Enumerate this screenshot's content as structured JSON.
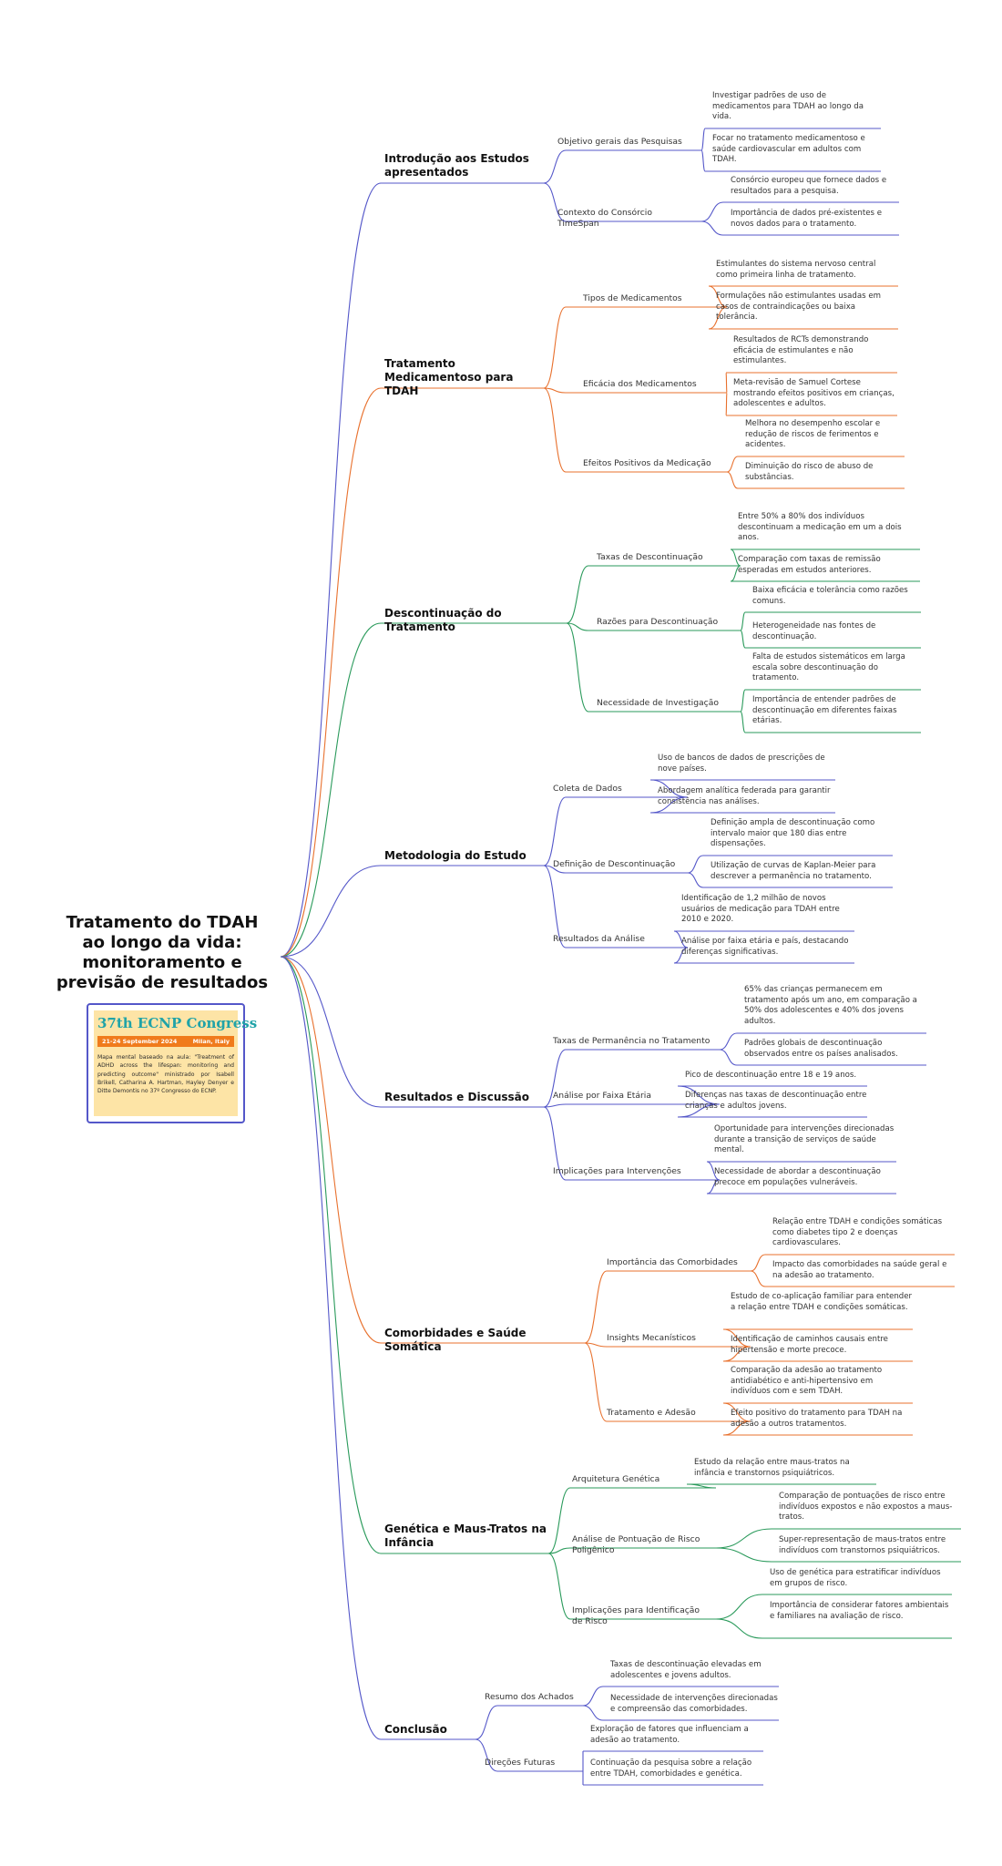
{
  "root": {
    "title": "Tratamento do TDAH ao longo da vida: monitoramento e previsão de resultados"
  },
  "badge": {
    "title": "37th ECNP Congress",
    "dates": "21-24 September 2024",
    "city": "Milan, Italy",
    "text": "Mapa mental baseado na aula: \"Treatment of ADHD across the lifespan: monitoring and predicting outcome\" ministrado por Isabell Brikell, Catharina A. Hartman, Hayley Denyer e Ditte Demontis no 37º Congresso do ECNP."
  },
  "colors": {
    "purple": "#5457c9",
    "orange": "#e8712e",
    "green": "#2a9a5b"
  },
  "branches": [
    {
      "label": "Introdução aos Estudos apresentados",
      "color": "#5457c9",
      "subs": [
        {
          "label": "Objetivo gerais das Pesquisas",
          "leaves": [
            "Investigar padrões de uso de medicamentos para TDAH ao longo da vida.",
            "Focar no tratamento medicamentoso e saúde cardiovascular em adultos com TDAH."
          ]
        },
        {
          "label": "Contexto do Consórcio TimeSpan",
          "leaves": [
            "Consórcio europeu que fornece dados e resultados para a pesquisa.",
            "Importância de dados pré-existentes e novos dados para o tratamento."
          ]
        }
      ]
    },
    {
      "label": "Tratamento Medicamentoso para TDAH",
      "color": "#e8712e",
      "subs": [
        {
          "label": "Tipos de Medicamentos",
          "leaves": [
            "Estimulantes do sistema nervoso central como primeira linha de tratamento.",
            "Formulações não estimulantes usadas em casos de contraindicações ou baixa tolerância."
          ]
        },
        {
          "label": "Eficácia dos Medicamentos",
          "leaves": [
            "Resultados de RCTs demonstrando eficácia de estimulantes e não estimulantes.",
            "Meta-revisão de Samuel Cortese mostrando efeitos positivos em crianças, adolescentes e adultos."
          ]
        },
        {
          "label": "Efeitos Positivos da Medicação",
          "leaves": [
            "Melhora no desempenho escolar e redução de riscos de ferimentos e acidentes.",
            "Diminuição do risco de abuso de substâncias."
          ]
        }
      ]
    },
    {
      "label": "Descontinuação do Tratamento",
      "color": "#2a9a5b",
      "subs": [
        {
          "label": "Taxas de Descontinuação",
          "leaves": [
            "Entre 50% a 80% dos indivíduos descontinuam a medicação em um a dois anos.",
            "Comparação com taxas de remissão esperadas em estudos anteriores."
          ]
        },
        {
          "label": "Razões para Descontinuação",
          "leaves": [
            "Baixa eficácia e tolerância como razões comuns.",
            "Heterogeneidade nas fontes de descontinuação."
          ]
        },
        {
          "label": "Necessidade de Investigação",
          "leaves": [
            "Falta de estudos sistemáticos em larga escala sobre descontinuação do tratamento.",
            "Importância de entender padrões de descontinuação em diferentes faixas etárias."
          ]
        }
      ]
    },
    {
      "label": "Metodologia do Estudo",
      "color": "#5457c9",
      "subs": [
        {
          "label": "Coleta de Dados",
          "leaves": [
            "Uso de bancos de dados de prescrições de nove países.",
            "Abordagem analítica federada para garantir consistência nas análises."
          ]
        },
        {
          "label": "Definição de Descontinuação",
          "leaves": [
            "Definição ampla de descontinuação como intervalo maior que 180 dias entre dispensações.",
            "Utilização de curvas de Kaplan-Meier para descrever a permanência no tratamento."
          ]
        },
        {
          "label": "Resultados da Análise",
          "leaves": [
            "Identificação de 1,2 milhão de novos usuários de medicação para TDAH entre 2010 e 2020.",
            "Análise por faixa etária e país, destacando diferenças significativas."
          ]
        }
      ]
    },
    {
      "label": "Resultados e Discussão",
      "color": "#5457c9",
      "subs": [
        {
          "label": "Taxas de Permanência no Tratamento",
          "leaves": [
            "65% das crianças permanecem em tratamento após um ano, em comparação a 50% dos adolescentes e 40% dos jovens adultos.",
            "Padrões globais de descontinuação observados entre os países analisados."
          ]
        },
        {
          "label": "Análise por Faixa Etária",
          "leaves": [
            "Pico de descontinuação entre 18 e 19 anos.",
            "Diferenças nas taxas de descontinuação entre crianças e adultos jovens."
          ]
        },
        {
          "label": "Implicações para Intervenções",
          "leaves": [
            "Oportunidade para intervenções direcionadas durante a transição de serviços de saúde mental.",
            "Necessidade de abordar a descontinuação precoce em populações vulneráveis."
          ]
        }
      ]
    },
    {
      "label": "Comorbidades e Saúde Somática",
      "color": "#e8712e",
      "subs": [
        {
          "label": "Importância das Comorbidades",
          "leaves": [
            "Relação entre TDAH e condições somáticas como diabetes tipo 2 e doenças cardiovasculares.",
            "Impacto das comorbidades na saúde geral e na adesão ao tratamento."
          ]
        },
        {
          "label": "Insights Mecanísticos",
          "leaves": [
            "Estudo de co-aplicação familiar para entender a relação entre TDAH e condições somáticas.",
            "Identificação de caminhos causais entre hipertensão e morte precoce."
          ]
        },
        {
          "label": "Tratamento e Adesão",
          "leaves": [
            "Comparação da adesão ao tratamento antidiabético e anti-hipertensivo em indivíduos com e sem TDAH.",
            "Efeito positivo do tratamento para TDAH na adesão a outros tratamentos."
          ]
        }
      ]
    },
    {
      "label": "Genética e Maus-Tratos na Infância",
      "color": "#2a9a5b",
      "subs": [
        {
          "label": "Arquitetura Genética",
          "leaves": [
            "Estudo da relação entre maus-tratos na infância e transtornos psiquiátricos."
          ]
        },
        {
          "label": "Análise de Pontuação de Risco Poligênico",
          "leaves": [
            "Comparação de pontuações de risco entre indivíduos expostos e não expostos a maus-tratos.",
            "Super-representação de maus-tratos entre indivíduos com transtornos psiquiátricos."
          ]
        },
        {
          "label": "Implicações para Identificação de Risco",
          "leaves": [
            "Uso de genética para estratificar indivíduos em grupos de risco.",
            "Importância de considerar fatores ambientais e familiares na avaliação de risco."
          ]
        }
      ]
    },
    {
      "label": "Conclusão",
      "color": "#5457c9",
      "subs": [
        {
          "label": "Resumo dos Achados",
          "leaves": [
            "Taxas de descontinuação elevadas em adolescentes e jovens adultos.",
            "Necessidade de intervenções direcionadas e compreensão das comorbidades."
          ]
        },
        {
          "label": "Direções Futuras",
          "leaves": [
            "Exploração de fatores que influenciam a adesão ao tratamento.",
            "Continuação da pesquisa sobre a relação entre TDAH, comorbidades e genética."
          ]
        }
      ]
    }
  ]
}
